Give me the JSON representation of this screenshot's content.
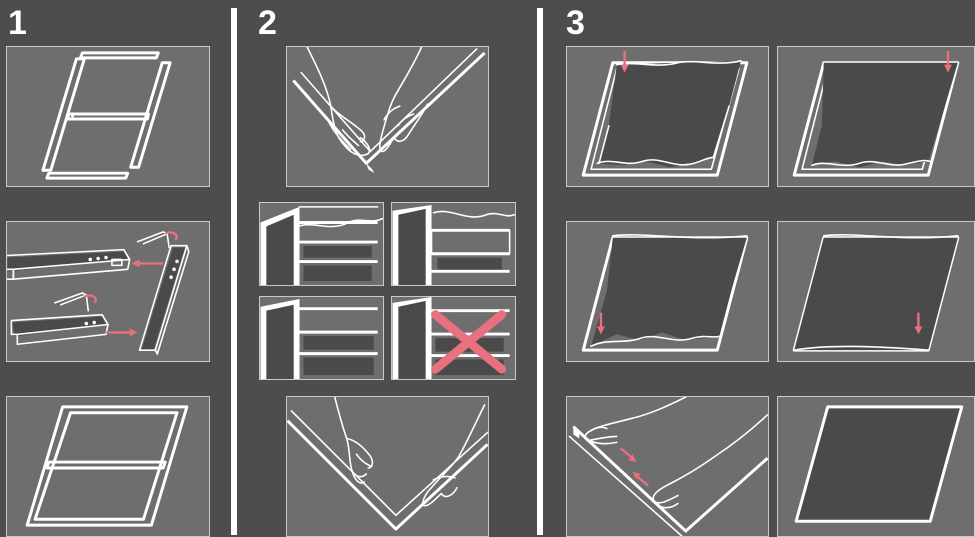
{
  "steps": [
    {
      "number": "1"
    },
    {
      "number": "2"
    },
    {
      "number": "3"
    }
  ],
  "colors": {
    "background": "#4d4d4d",
    "panel": "#6e6e6e",
    "line": "#ffffff",
    "accent": "#e8707f"
  },
  "icons": {
    "rotate": "rotate-arrow-icon",
    "cross": "incorrect-cross-icon"
  }
}
